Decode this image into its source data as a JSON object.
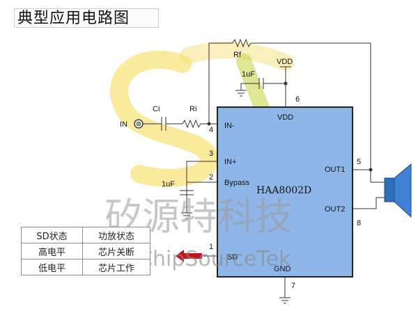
{
  "title": "典型应用电路图",
  "watermark": {
    "chinese": "矽源特科技",
    "english": "ChipSourceTek"
  },
  "chip": {
    "name": "HAA8002D",
    "fill_color": "#8fb6e8",
    "pins": {
      "in_minus": {
        "label": "IN-",
        "number": "4"
      },
      "in_plus": {
        "label": "IN+",
        "number": "3"
      },
      "bypass": {
        "label": "Bypass",
        "number": "2"
      },
      "sd": {
        "label": "SD",
        "number": "1"
      },
      "vdd": {
        "label": "VDD",
        "number": "6"
      },
      "out1": {
        "label": "OUT1",
        "number": "5"
      },
      "out2": {
        "label": "OUT2",
        "number": "8"
      },
      "gnd": {
        "label": "GND",
        "number": "7"
      }
    }
  },
  "components": {
    "input": "IN",
    "ci": "Ci",
    "ri": "Ri",
    "rf": "Rf",
    "vdd_cap": "1uF",
    "bypass_cap": "1uF",
    "vdd_rail": "VDD"
  },
  "sd_table": {
    "header": [
      "SD状态",
      "功放状态"
    ],
    "rows": [
      [
        "高电平",
        "芯片关断"
      ],
      [
        "低电平",
        "芯片工作"
      ]
    ]
  },
  "colors": {
    "logo_yellow": "#f6d84a",
    "logo_green": "#c9d64a",
    "arrow_red": "#c0141a",
    "speaker_blue": "#2f6fc0"
  }
}
